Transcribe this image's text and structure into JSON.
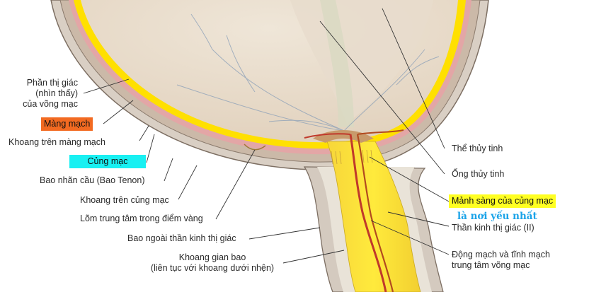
{
  "labels": {
    "visual_part_1": "Phần thị giác",
    "visual_part_2": "(nhìn thấy)",
    "visual_part_3": "của võng mạc",
    "choroid": "Màng mạch",
    "suprachoroid_space": "Khoang trên màng mạch",
    "sclera": "Củng mạc",
    "tenon_capsule": "Bao nhãn cầu (Bao Tenon)",
    "episcleral_space": "Khoang trên củng mạc",
    "fovea": "Lõm trung tâm trong điểm vàng",
    "outer_sheath": "Bao ngoài thần kinh thị giác",
    "intervaginal_space_1": "Khoang gian bao",
    "intervaginal_space_2": "(liên tục với khoang dưới nhện)",
    "lens": "Thể thủy tinh",
    "hyaloid_canal": "Ống thủy tinh",
    "lamina_cribrosa": "Mảnh sàng của củng mạc",
    "weakest_note": "là nơi yếu nhất",
    "optic_nerve": "Thần kinh thị giác (II)",
    "central_vessels_1": "Động mạch và tĩnh mạch",
    "central_vessels_2": "trung tâm võng mạc"
  },
  "colors": {
    "choroid_highlight": "#f26a21",
    "sclera_highlight": "#19f0f2",
    "lamina_highlight": "#ffff22",
    "note_text": "#1aa3e8",
    "retina_yellow": "#ffe000",
    "choroid_pink": "#e3a6a6",
    "sclera_gray": "#cfc1b2",
    "vitreous": "#e8dccb"
  }
}
